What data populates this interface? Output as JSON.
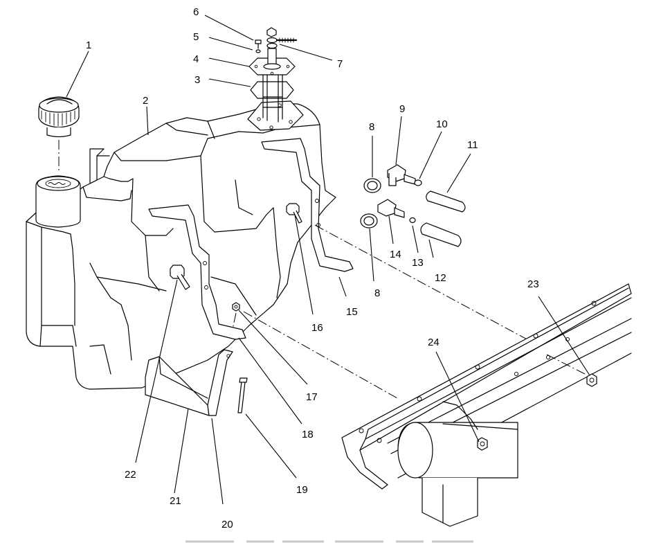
{
  "callouts": [
    "1",
    "2",
    "3",
    "4",
    "5",
    "6",
    "7",
    "8",
    "8",
    "9",
    "10",
    "11",
    "12",
    "13",
    "14",
    "15",
    "16",
    "17",
    "18",
    "19",
    "20",
    "21",
    "22",
    "23",
    "24"
  ],
  "footer_text": ""
}
